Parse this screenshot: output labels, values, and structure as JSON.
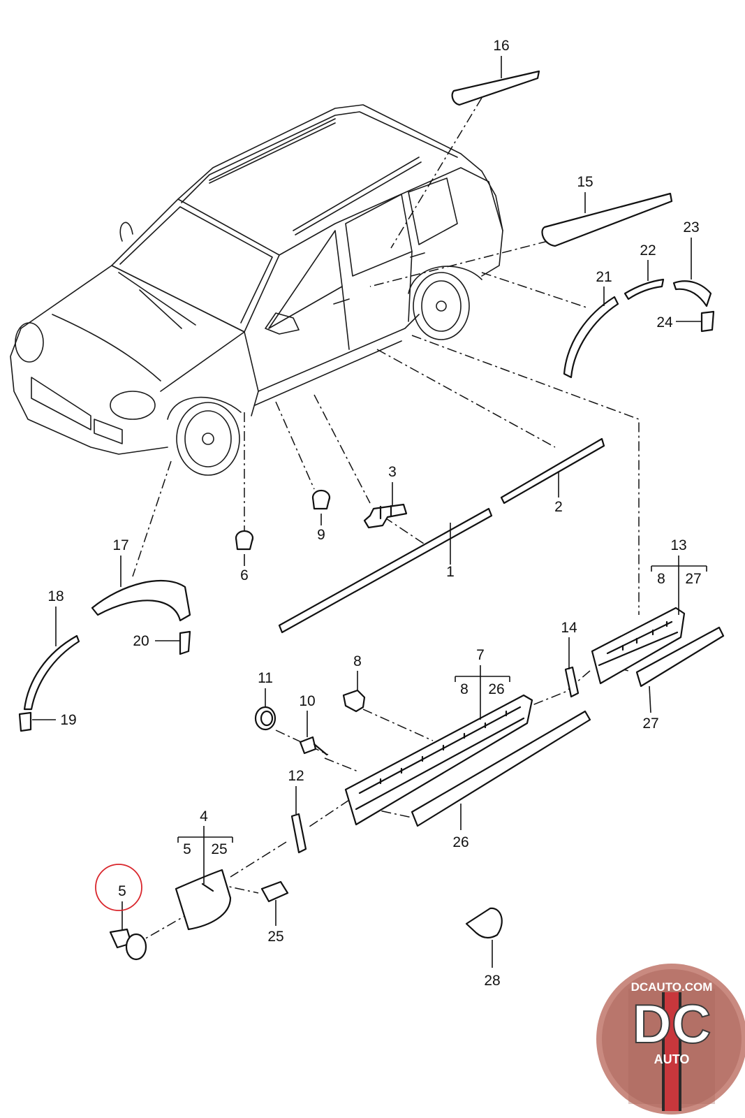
{
  "callouts": {
    "c1": "1",
    "c2": "2",
    "c3": "3",
    "c4": "4",
    "c5": "5",
    "c6": "6",
    "c7": "7",
    "c8": "8",
    "c9": "9",
    "c10": "10",
    "c11": "11",
    "c12": "12",
    "c13": "13",
    "c14": "14",
    "c15": "15",
    "c16": "16",
    "c17": "17",
    "c18": "18",
    "c19": "19",
    "c20": "20",
    "c21": "21",
    "c22": "22",
    "c23": "23",
    "c24": "24",
    "c25": "25",
    "c26": "26",
    "c27": "27",
    "c28": "28"
  },
  "sublabels": {
    "g4": [
      "5",
      "25"
    ],
    "g7": [
      "8",
      "26"
    ],
    "g13": [
      "8",
      "27"
    ]
  },
  "highlight": {
    "label": "5",
    "color": "#d9262c"
  },
  "logo": {
    "url_text": "DCAUTO.COM",
    "mark": "DC",
    "sub": "AUTO",
    "color": "#b9766c"
  }
}
